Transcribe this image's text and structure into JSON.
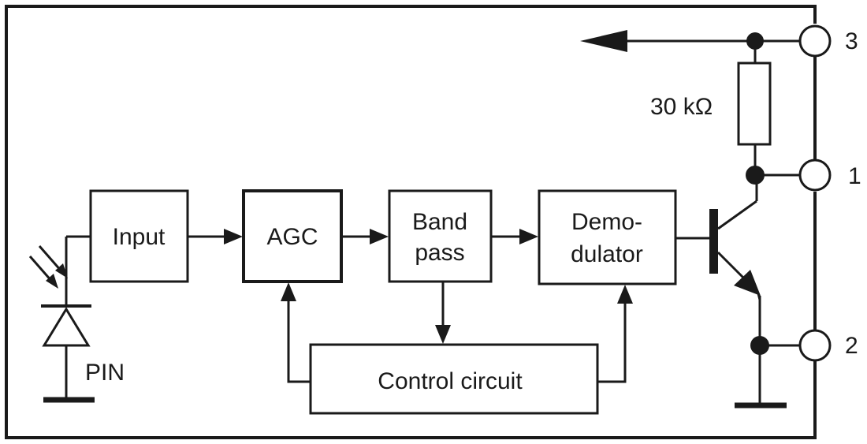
{
  "blocks": {
    "input": "Input",
    "agc": "AGC",
    "bandpass_line1": "Band",
    "bandpass_line2": "pass",
    "demod_line1": "Demo-",
    "demod_line2": "dulator",
    "control": "Control circuit"
  },
  "components": {
    "resistor_value": "30 kΩ",
    "photodiode_label": "PIN"
  },
  "terminals": {
    "pin3": "3",
    "pin1": "1",
    "pin2": "2"
  }
}
